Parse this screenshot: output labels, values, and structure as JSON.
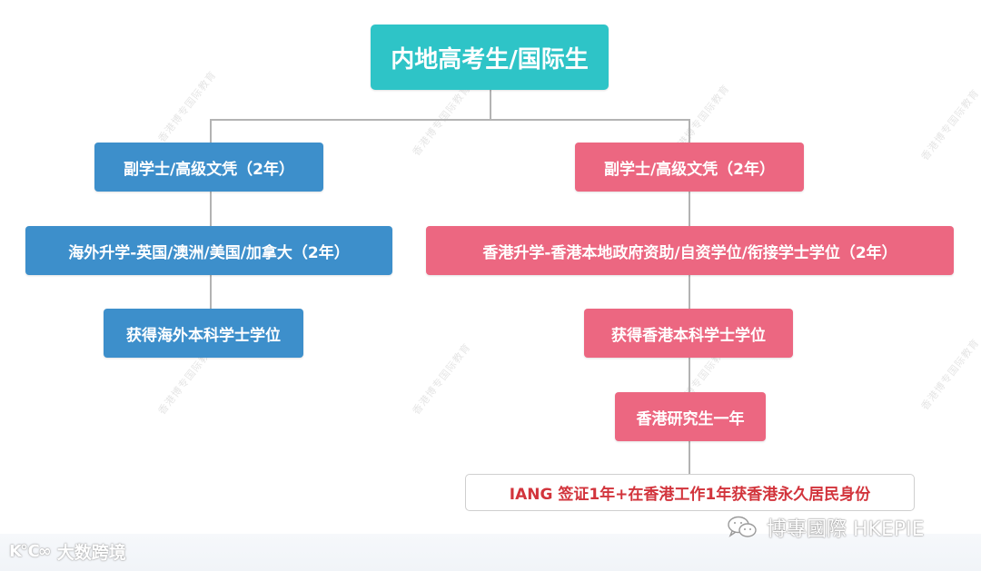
{
  "diagram": {
    "root": {
      "label": "内地高考生/国际生",
      "color": "#2ec4c7"
    },
    "left_branch": {
      "color": "#3d8fcb",
      "nodes": [
        {
          "label": "副学士/高级文凭（2年）"
        },
        {
          "label": "海外升学-英国/澳洲/美国/加拿大（2年）"
        },
        {
          "label": "获得海外本科学士学位"
        }
      ]
    },
    "right_branch": {
      "color": "#ec6781",
      "nodes": [
        {
          "label": "副学士/高级文凭（2年）"
        },
        {
          "label": "香港升学-香港本地政府资助/自资学位/衔接学士学位（2年）"
        },
        {
          "label": "获得香港本科学士学位"
        },
        {
          "label": "香港研究生一年"
        }
      ],
      "final": {
        "label": "IANG 签证1年+在香港工作1年获香港永久居民身份",
        "color": "#d2343c"
      }
    },
    "connector_color": "#b3b3b3"
  },
  "watermark": {
    "text": "香港博专国际教育"
  },
  "footer": {
    "left_brand": {
      "logo": "K℃∞",
      "label": "大数跨境"
    },
    "right_brand": {
      "icon": "wechat-icon",
      "label": "博專國際 HKEPIE"
    }
  }
}
